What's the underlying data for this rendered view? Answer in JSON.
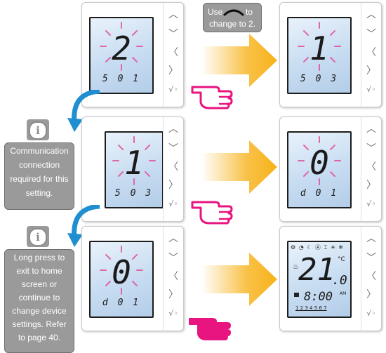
{
  "devices": [
    {
      "id": "d1",
      "big": "2",
      "small": "5 0 1"
    },
    {
      "id": "d2",
      "big": "1",
      "small": "5 0 3"
    },
    {
      "id": "d3",
      "big": "1",
      "small": "5 0 3"
    },
    {
      "id": "d4",
      "big": "0",
      "small": "d 0 1"
    },
    {
      "id": "d5",
      "big": "0",
      "small": "d 0 1"
    },
    {
      "id": "d6",
      "big": "21",
      "decimal": ".0",
      "unit": "°C",
      "time": "8:00",
      "ampm": "AM",
      "days": "1 2 3 4 5 6 7"
    }
  ],
  "callouts": {
    "top": {
      "line1_before": "Use",
      "line1_after": "to",
      "line2": "change to 2."
    },
    "comm": {
      "lines": [
        "Communication",
        "connection",
        "required for this",
        "setting."
      ]
    },
    "longpress": {
      "lines": [
        "Long press to",
        "exit to home",
        "screen or",
        "continue to",
        "change device",
        "settings. Refer",
        "to page 40."
      ]
    }
  },
  "colors": {
    "pink": "#e8147f",
    "arrow_yellow": "#f7b21a",
    "arrow_blue": "#1f8fd1",
    "callout_gray": "#9a9a9a",
    "burst": "#e05aa0"
  }
}
